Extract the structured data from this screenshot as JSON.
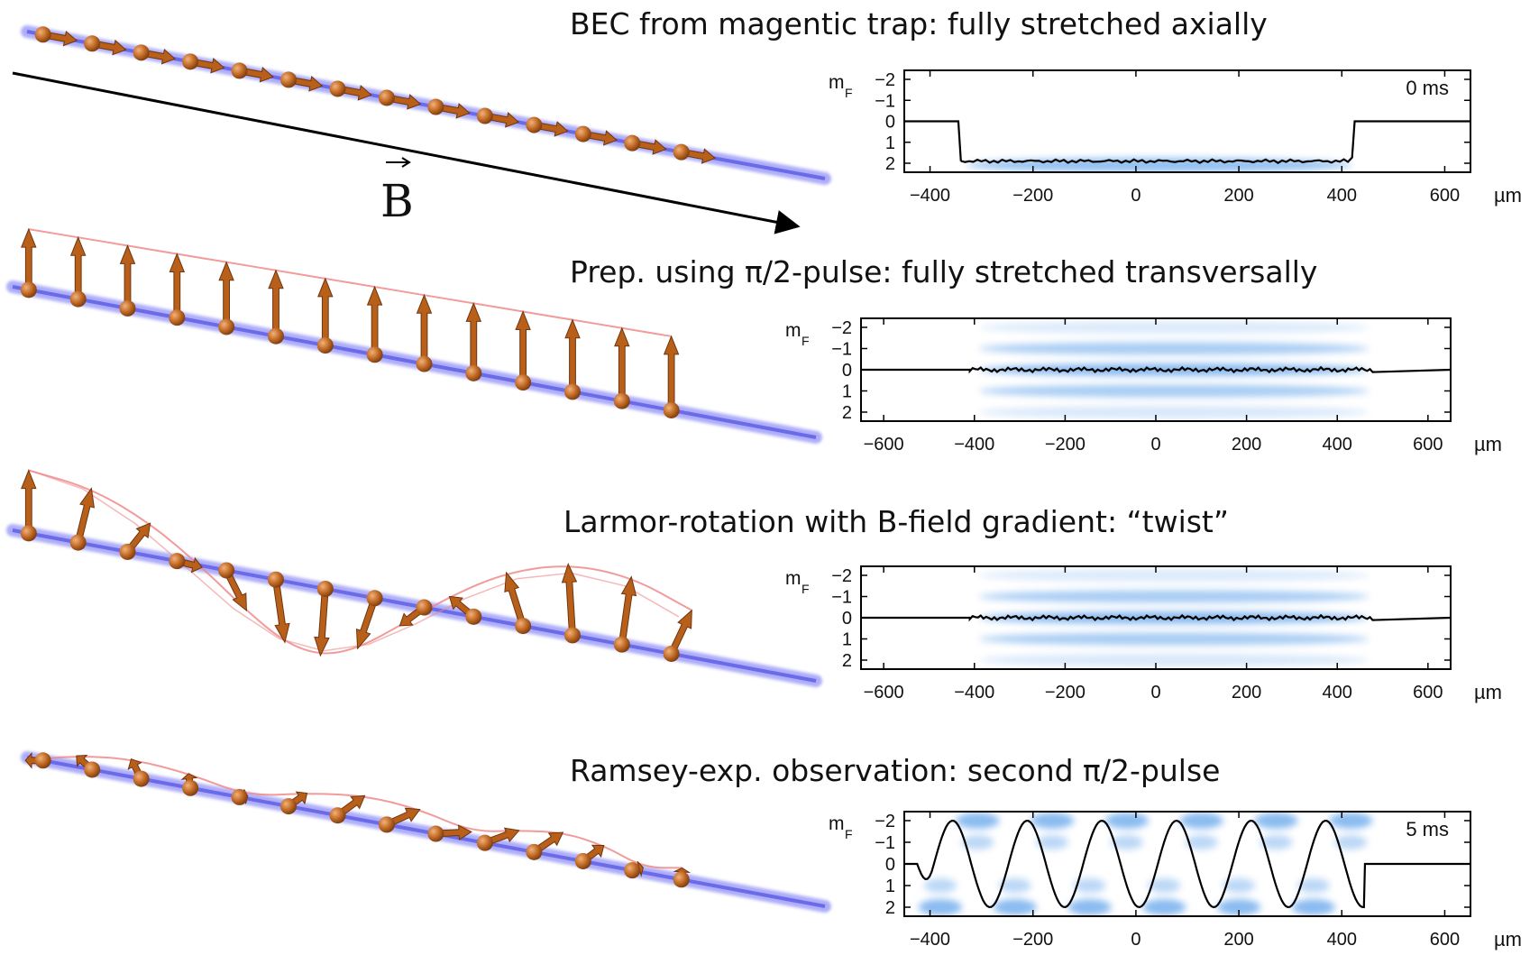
{
  "magnetic_field_label": "B",
  "mf_label": {
    "main": "m",
    "sub": "F"
  },
  "mf_tick_labels": [
    "-2",
    "-1",
    "0",
    "1",
    "2"
  ],
  "unit": "µm",
  "colors": {
    "spin_arrow": "#b8601a",
    "chain_axis": "#6a6af5",
    "envelope": "#ee8a8a",
    "density": "#3d8ee6",
    "profile_line": "#000000"
  },
  "stages": [
    {
      "caption": "BEC from magentic trap: fully stretched axially",
      "time_label": "0 ms",
      "x_range": [
        -450,
        650
      ],
      "x_ticks": [
        "-400",
        "-200",
        "0",
        "200",
        "400",
        "600"
      ],
      "profile": "stretched-axial",
      "spin_state": "axial"
    },
    {
      "caption": "Prep. using π/2-pulse: fully stretched transversally",
      "time_label": "",
      "x_range": [
        -650,
        650
      ],
      "x_ticks": [
        "-600",
        "-400",
        "-200",
        "0",
        "200",
        "400",
        "600"
      ],
      "profile": "flat-zero",
      "spin_state": "transverse"
    },
    {
      "caption": "Larmor-rotation with B-field gradient: “twist”",
      "time_label": "",
      "x_range": [
        -650,
        650
      ],
      "x_ticks": [
        "-600",
        "-400",
        "-200",
        "0",
        "200",
        "400",
        "600"
      ],
      "profile": "flat-zero",
      "spin_state": "twist"
    },
    {
      "caption": "Ramsey-exp. observation: second π/2-pulse",
      "time_label": "5 ms",
      "x_range": [
        -450,
        650
      ],
      "x_ticks": [
        "-400",
        "-200",
        "0",
        "200",
        "400",
        "600"
      ],
      "profile": "oscillating",
      "spin_state": "ramsey"
    }
  ]
}
